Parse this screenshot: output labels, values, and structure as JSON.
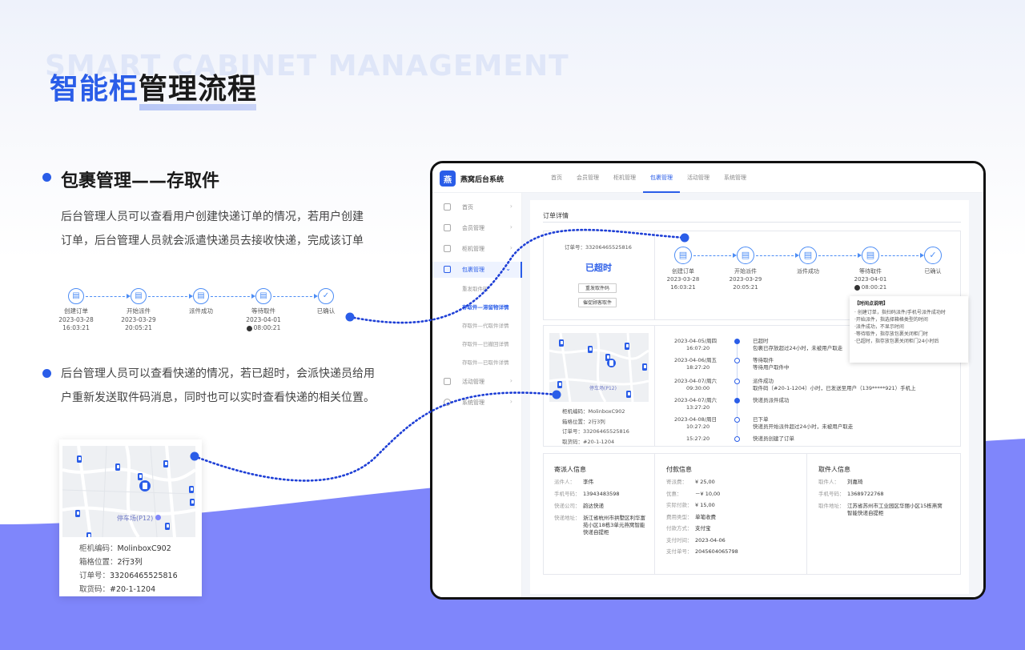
{
  "header": {
    "ghost_text": "SMART CABINET MANAGEMENT",
    "title_blue": "智能柜",
    "title_black": "管理流程"
  },
  "section": {
    "title": "包裹管理——存取件",
    "para1_line1": "后台管理人员可以查看用户创建快递订单的情况，若用户创建",
    "para1_line2": "订单，后台管理人员就会派遣快递员去接收快递，完成该订单",
    "para2_line1": "后台管理人员可以查看快递的情况，若已超时，会派快递员给用",
    "para2_line2": "户重新发送取件码消息，同时也可以实时查看快递的相关位置。"
  },
  "flow_steps": [
    {
      "label": "创建订单",
      "date": "2023-03-28",
      "time": "16:03:21"
    },
    {
      "label": "开始派件",
      "date": "2023-03-29",
      "time": "20:05:21"
    },
    {
      "label": "派件成功",
      "date": "",
      "time": ""
    },
    {
      "label": "等待取件",
      "date": "2023-04-01",
      "time": "08:00:21"
    },
    {
      "label": "已确认",
      "date": "",
      "time": ""
    }
  ],
  "map_card": {
    "map_label": "停车场(P12)",
    "cabinet_label": "柜机编码：",
    "cabinet_value": "MolinboxC902",
    "slot_label": "箱格位置：",
    "slot_value": "2行3列",
    "order_label": "订单号：",
    "order_value": "33206465525816",
    "code_label": "取货码：",
    "code_value": "#20-1-1204"
  },
  "app": {
    "system_name": "燕窝后台系统",
    "logo_text": "燕",
    "nav": [
      "首页",
      "会员管理",
      "柜机管理",
      "包裹管理",
      "活动管理",
      "系统管理"
    ],
    "nav_active": "包裹管理",
    "sidebar": [
      {
        "label": "首页"
      },
      {
        "label": "会员管理"
      },
      {
        "label": "柜机管理"
      },
      {
        "label": "包裹管理"
      },
      {
        "label": "活动管理"
      },
      {
        "label": "系统管理"
      }
    ],
    "sub_items": [
      "重发取件码",
      "存取件—滞留物详情",
      "存取件—代取件详情",
      "存取件—已撤回详情",
      "存取件—已取件详情"
    ],
    "page_title": "订单详情",
    "order_label": "订单号：",
    "order_value": "33206465525816",
    "status": "已超时",
    "btn_resend": "重发取件码",
    "btn_urge": "催促顾客取件",
    "timeline": [
      {
        "date": "2023-04-05/周四",
        "time": "16:07:20",
        "title": "已超时",
        "desc": "包裹已存放超过24小时，未被用户取走"
      },
      {
        "date": "2023-04-06/周五",
        "time": "18:27:20",
        "title": "等待取件",
        "desc": "等待用户取件中"
      },
      {
        "date": "2023-04-07/周六",
        "time": "09:30:00",
        "title": "派件成功",
        "desc": "取件码（#20-1-1204）小时，已发送至用户（139*****921）手机上"
      },
      {
        "date": "2023-04-07/周六",
        "time": "13:27:20",
        "title": "快递员派件成功",
        "desc": ""
      },
      {
        "date": "2023-04-08/周日",
        "time": "10:27:20",
        "title": "已下单",
        "desc": "快递员开始派件超过24小时，未被用户取走"
      },
      {
        "date": "",
        "time": "15:27:20",
        "title": "快递员创建了订单",
        "desc": ""
      }
    ],
    "tooltip": {
      "title": "【时间点说明】",
      "lines": [
        "· 创建订单，指扫码派件/手机号派件成功时",
        "·开始派件，指选择箱格类型的时间",
        "·派件成功，不显示时间",
        "·等待取件，指存放包裹关闭柜门时",
        "·已超时，指存放包裹关闭柜门24小时后"
      ]
    },
    "sender": {
      "title": "寄派人信息",
      "rows": [
        {
          "k": "派件人：",
          "v": "李伟"
        },
        {
          "k": "手机号码：",
          "v": "13943483598"
        },
        {
          "k": "快递公司：",
          "v": "韵达快递"
        },
        {
          "k": "快递地址：",
          "v": "浙江省杭州市拱墅区利华富苑小区18栋3单元燕窝智能快递自提柜"
        }
      ]
    },
    "payment": {
      "title": "付款信息",
      "rows": [
        {
          "k": "寄派费：",
          "v": "¥ 25,00"
        },
        {
          "k": "优惠：",
          "v": "－¥ 10,00"
        },
        {
          "k": "实际付款：",
          "v": "¥ 15,00"
        },
        {
          "k": "费用类型：",
          "v": "单笔收费"
        },
        {
          "k": "付款方式：",
          "v": "支付宝"
        },
        {
          "k": "支付时间：",
          "v": "2023-04-06"
        },
        {
          "k": "支付单号：",
          "v": "2045604065798"
        }
      ]
    },
    "receiver": {
      "title": "取件人信息",
      "rows": [
        {
          "k": "取件人：",
          "v": "刘嘉琦"
        },
        {
          "k": "手机号码：",
          "v": "13689722768"
        },
        {
          "k": "取件地址：",
          "v": "江苏省苏州市工业园区华丽小区15栋燕窝智能快递自提柜"
        }
      ]
    },
    "device_map": {
      "label": "停车场(P12)",
      "cabinet": "柜机编码：MolinboxC902",
      "slot": "箱格位置：2行3列",
      "order": "订单号：33206465525816",
      "code": "取货码：#20-1-1204"
    }
  },
  "colors": {
    "accent": "#2a5de8",
    "purple_band": "#7f86fb",
    "line": "#4d8df5"
  }
}
